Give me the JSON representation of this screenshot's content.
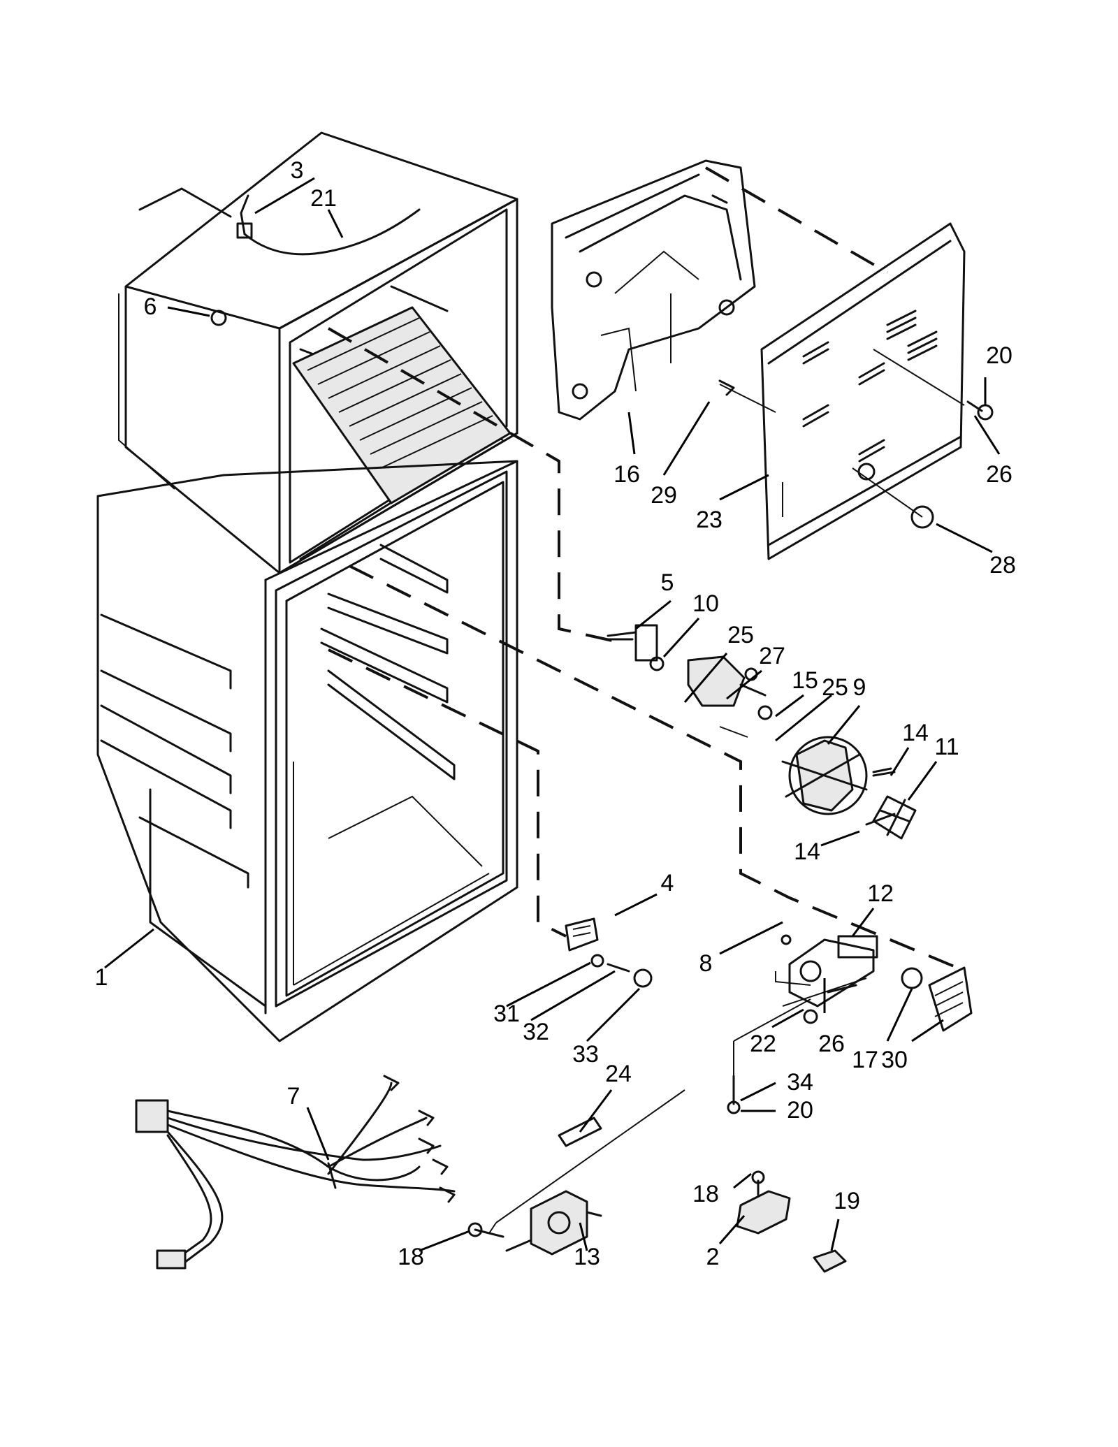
{
  "callouts": [
    {
      "id": "c1",
      "label": "1"
    },
    {
      "id": "c2",
      "label": "2"
    },
    {
      "id": "c3",
      "label": "3"
    },
    {
      "id": "c4",
      "label": "4"
    },
    {
      "id": "c5",
      "label": "5"
    },
    {
      "id": "c6",
      "label": "6"
    },
    {
      "id": "c7",
      "label": "7"
    },
    {
      "id": "c8",
      "label": "8"
    },
    {
      "id": "c9",
      "label": "9"
    },
    {
      "id": "c10",
      "label": "10"
    },
    {
      "id": "c11",
      "label": "11"
    },
    {
      "id": "c12",
      "label": "12"
    },
    {
      "id": "c13",
      "label": "13"
    },
    {
      "id": "c14a",
      "label": "14"
    },
    {
      "id": "c14b",
      "label": "14"
    },
    {
      "id": "c15",
      "label": "15"
    },
    {
      "id": "c16",
      "label": "16"
    },
    {
      "id": "c17",
      "label": "17"
    },
    {
      "id": "c18a",
      "label": "18"
    },
    {
      "id": "c18b",
      "label": "18"
    },
    {
      "id": "c19",
      "label": "19"
    },
    {
      "id": "c20a",
      "label": "20"
    },
    {
      "id": "c20b",
      "label": "20"
    },
    {
      "id": "c21",
      "label": "21"
    },
    {
      "id": "c22",
      "label": "22"
    },
    {
      "id": "c23",
      "label": "23"
    },
    {
      "id": "c24",
      "label": "24"
    },
    {
      "id": "c25a",
      "label": "25"
    },
    {
      "id": "c25b",
      "label": "25"
    },
    {
      "id": "c26a",
      "label": "26"
    },
    {
      "id": "c26b",
      "label": "26"
    },
    {
      "id": "c27",
      "label": "27"
    },
    {
      "id": "c28",
      "label": "28"
    },
    {
      "id": "c29",
      "label": "29"
    },
    {
      "id": "c30",
      "label": "30"
    },
    {
      "id": "c31",
      "label": "31"
    },
    {
      "id": "c32",
      "label": "32"
    },
    {
      "id": "c33",
      "label": "33"
    },
    {
      "id": "c34",
      "label": "34"
    }
  ]
}
